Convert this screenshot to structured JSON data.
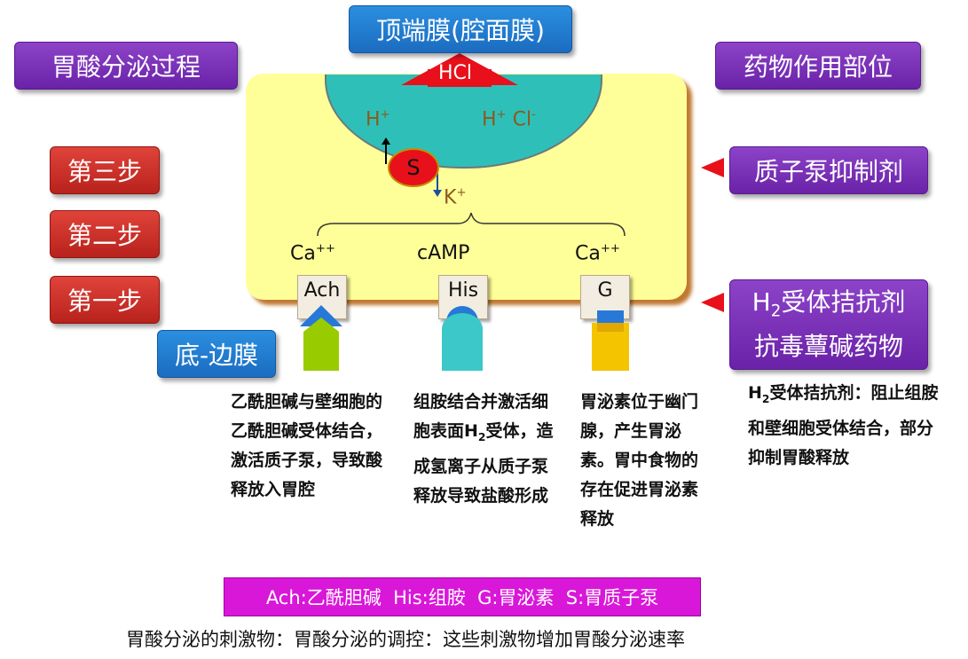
{
  "labels": {
    "apical": "顶端膜(腔面膜)",
    "process_title": "胃酸分泌过程",
    "drug_sites": "药物作用部位",
    "step3": "第三步",
    "step2": "第二步",
    "step1": "第一步",
    "basolateral": "底-边膜",
    "ppi": "质子泵抑制剂",
    "h2_line1_pre": "H",
    "h2_line1_sub": "2",
    "h2_line1_post": "受体拮抗剂",
    "h2_line2": "抗毒蕈碱药物"
  },
  "diagram": {
    "hcl": "HCl",
    "lumen_h": "H",
    "lumen_h_sup": "+",
    "lumen_hcl_h": "H",
    "lumen_hcl_h_sup": "+",
    "lumen_hcl_cl": " Cl",
    "lumen_hcl_cl_sup": "-",
    "pump": "S",
    "k": "K",
    "k_sup": "+",
    "ca_left": "Ca",
    "ca_left_sup": "++",
    "camp": "cAMP",
    "ca_right": "Ca",
    "ca_right_sup": "++",
    "rec_ach": "Ach",
    "rec_his": "His",
    "rec_g": "G"
  },
  "descriptions": {
    "ach": "乙酰胆碱与壁细胞的乙酰胆碱受体结合，激活质子泵，导致酸释放入胃腔",
    "his_part1": "组胺结合并激活细胞表面H",
    "his_sub": "2",
    "his_part2": "受体，造成氢离子从质子泵释放导致盐酸形成",
    "g": "胃泌素位于幽门腺，产生胃泌素。胃中食物的存在促进胃泌素释放",
    "h2_pre": "H",
    "h2_sub": "2",
    "h2_post": "受体拮抗剂：阻止组胺和壁细胞受体结合，部分抑制胃酸释放"
  },
  "legend": "Ach:乙酰胆碱  His:组胺  G:胃泌素  S:胃质子泵",
  "footer": "胃酸分泌的刺激物：胃酸分泌的调控：这些刺激物增加胃酸分泌速率",
  "colors": {
    "cell": "#ffff99",
    "lumen": "#2ec0b8",
    "arrow_red": "#e8101a",
    "legend_bg": "#d917d9",
    "ach_ligand": "#99cc00",
    "his_ligand": "#3cc8c8",
    "g_ligand": "#f5c400"
  }
}
